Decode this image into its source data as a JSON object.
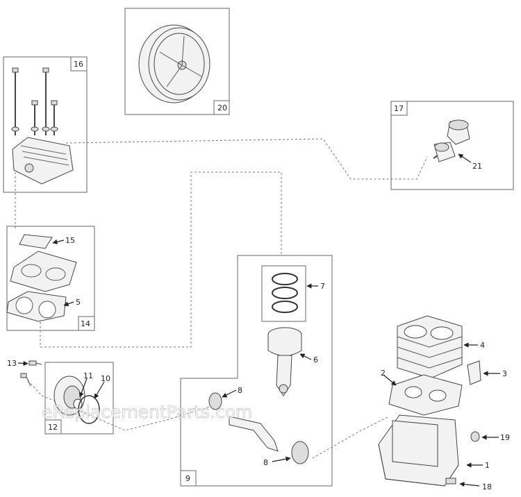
{
  "watermark": "eReplacementParts.com",
  "callouts": {
    "c1": "1",
    "c2": "2",
    "c3": "3",
    "c4": "4",
    "c5": "5",
    "c6": "6",
    "c7": "7",
    "c8a": "8",
    "c8b": "8",
    "c9": "9",
    "c10": "10",
    "c11": "11",
    "c12": "12",
    "c13": "13",
    "c14": "14",
    "c15": "15",
    "c16": "16",
    "c17": "17",
    "c18": "18",
    "c19": "19",
    "c20": "20",
    "c21": "21"
  }
}
